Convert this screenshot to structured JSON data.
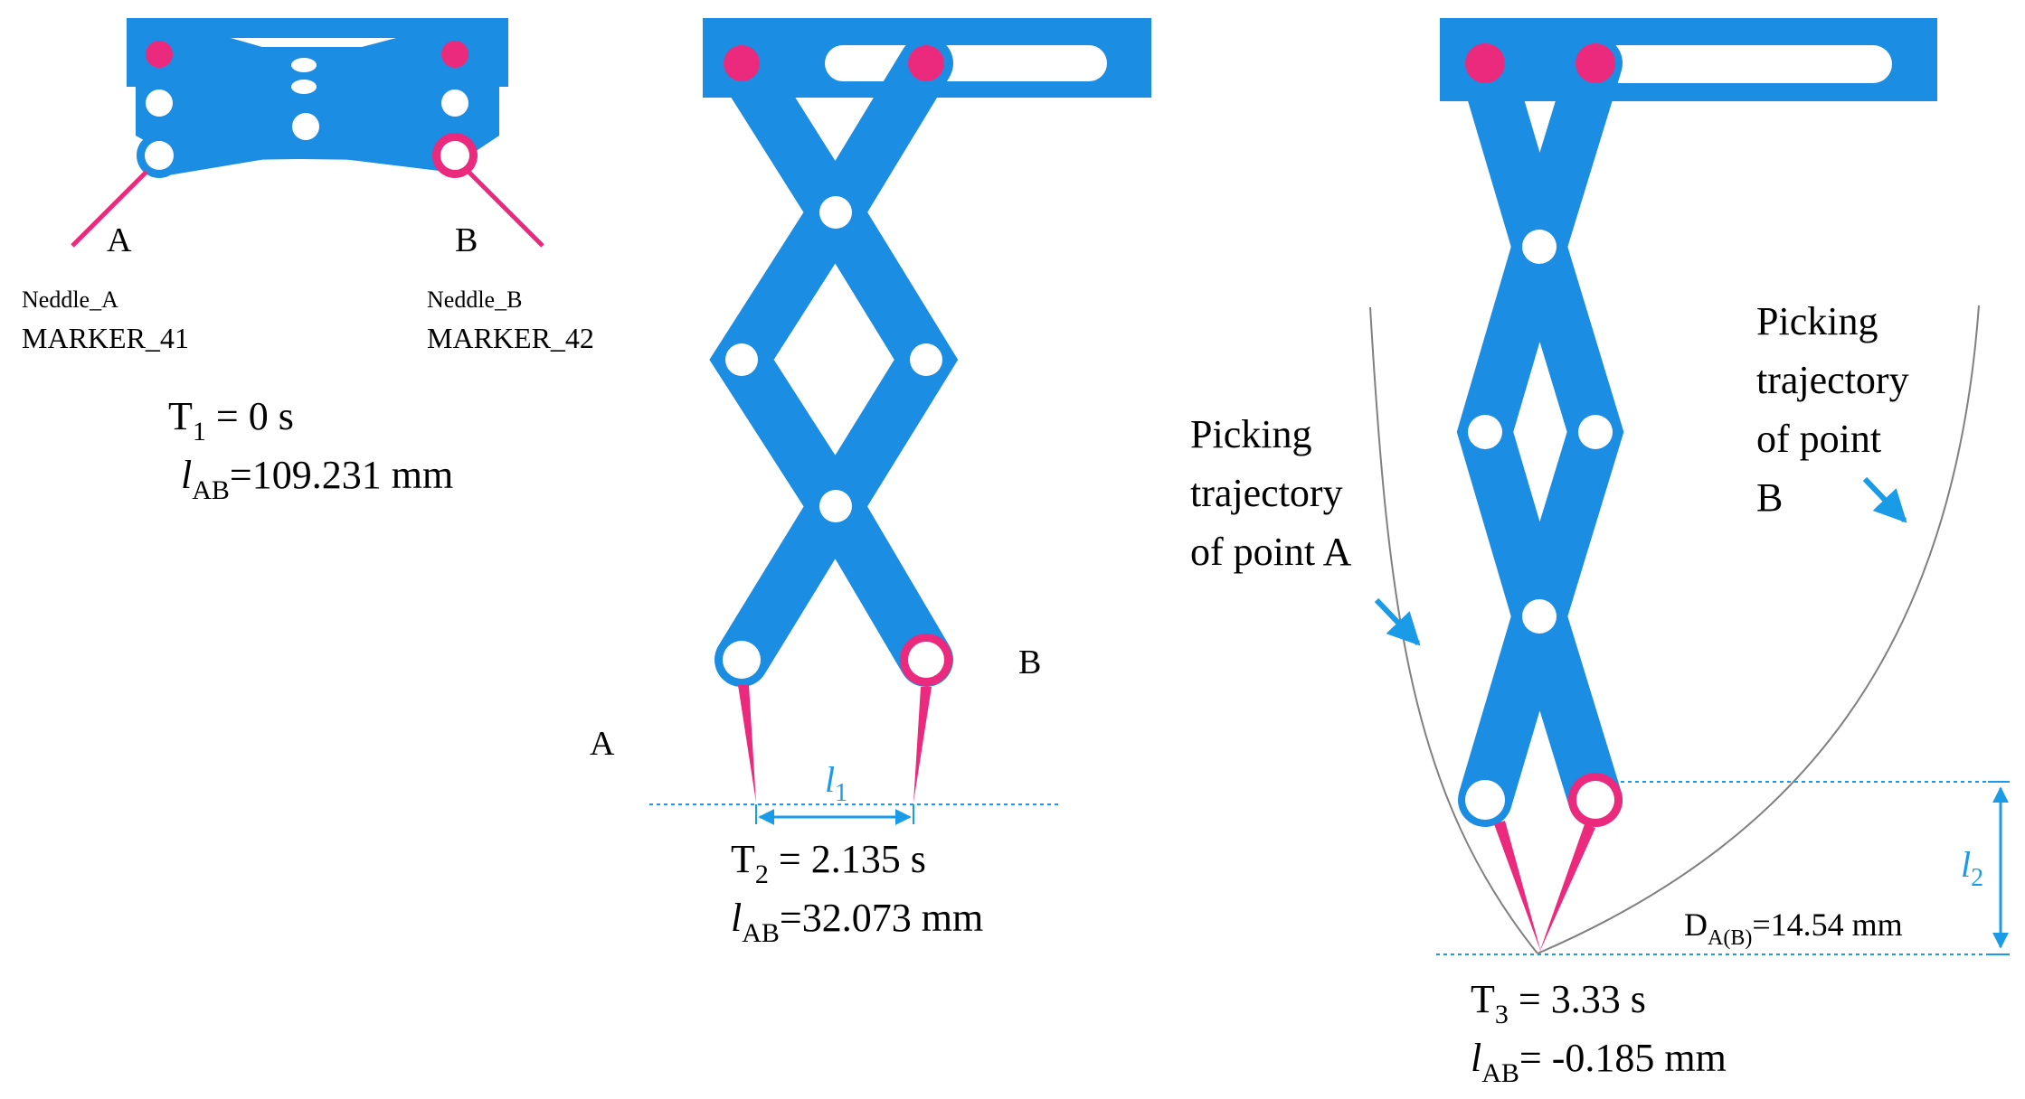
{
  "colors": {
    "link_blue": "#1b8de3",
    "pin_magenta": "#ec2a7d",
    "dim_blue": "#1a9be8",
    "trajectory": "#808080"
  },
  "panel1": {
    "label_a": "A",
    "label_b": "B",
    "needle_a_name": "Neddle_A",
    "needle_a_marker": "MARKER_41",
    "needle_b_name": "Neddle_B",
    "needle_b_marker": "MARKER_42",
    "time_symbol": "T",
    "time_sub": "1",
    "time_value": " = 0 s",
    "dist_symbol": "l",
    "dist_sub": "AB",
    "dist_value": "=109.231 mm"
  },
  "panel2": {
    "label_a": "A",
    "label_b": "B",
    "dim_symbol": "l",
    "dim_sub": "1",
    "time_symbol": "T",
    "time_sub": "2",
    "time_value": " = 2.135 s",
    "dist_symbol": "l",
    "dist_sub": "AB",
    "dist_value": "=32.073 mm"
  },
  "panel3": {
    "traj_a": [
      "Picking",
      "trajectory",
      "of point A"
    ],
    "traj_b": [
      "Picking",
      "trajectory",
      "of point",
      "B"
    ],
    "dim_symbol": "l",
    "dim_sub": "2",
    "d_symbol": "D",
    "d_sub": "A(B)",
    "d_value": "=14.54 mm",
    "time_symbol": "T",
    "time_sub": "3",
    "time_value": " = 3.33 s",
    "dist_symbol": "l",
    "dist_sub": "AB",
    "dist_value": "= -0.185 mm"
  }
}
